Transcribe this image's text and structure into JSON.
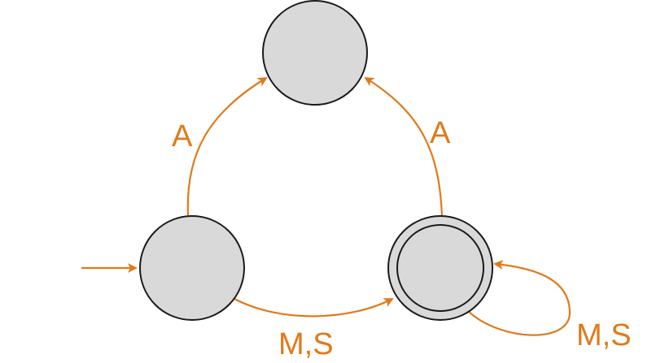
{
  "diagram": {
    "type": "finite-state-automaton",
    "colors": {
      "state_fill": "#d9d9d9",
      "state_stroke": "#1a1a1a",
      "edge": "#e07a1a",
      "label": "#e07a1a"
    },
    "states": [
      {
        "id": "top",
        "initial": false,
        "accepting": false
      },
      {
        "id": "left",
        "initial": true,
        "accepting": false
      },
      {
        "id": "right",
        "initial": false,
        "accepting": true
      }
    ],
    "transitions": [
      {
        "id": "left-to-top",
        "from": "left",
        "to": "top",
        "label": "A"
      },
      {
        "id": "right-to-top",
        "from": "right",
        "to": "top",
        "label": "A"
      },
      {
        "id": "left-to-right",
        "from": "left",
        "to": "right",
        "label": "M,S"
      },
      {
        "id": "right-self-loop",
        "from": "right",
        "to": "right",
        "label": "M,S"
      }
    ]
  }
}
